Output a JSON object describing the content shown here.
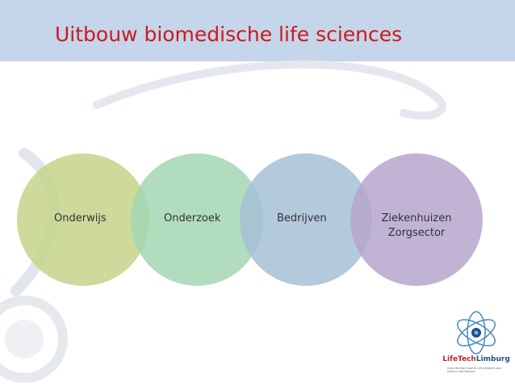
{
  "title": "Uitbouw biomedische life sciences",
  "colors": {
    "title": "#cc1a1a",
    "header_band": "#c5d5ea",
    "circle_1": "#c4d389",
    "circle_2": "#a3d6b3",
    "circle_3": "#a6c0d6",
    "circle_4": "#b6a6cc"
  },
  "circles": [
    {
      "label": "Onderwijs"
    },
    {
      "label": "Onderzoek"
    },
    {
      "label": "Bedrijven"
    },
    {
      "label_line1": "Ziekenhuizen",
      "label_line2": "Zorgsector"
    }
  ],
  "logo": {
    "name_part1": "LifeTech",
    "name_part2": "Limburg",
    "tagline": "YOUR HELPING HAND IN LIFE SCIENCES AND MEDICAL TECHNOLOGY"
  }
}
